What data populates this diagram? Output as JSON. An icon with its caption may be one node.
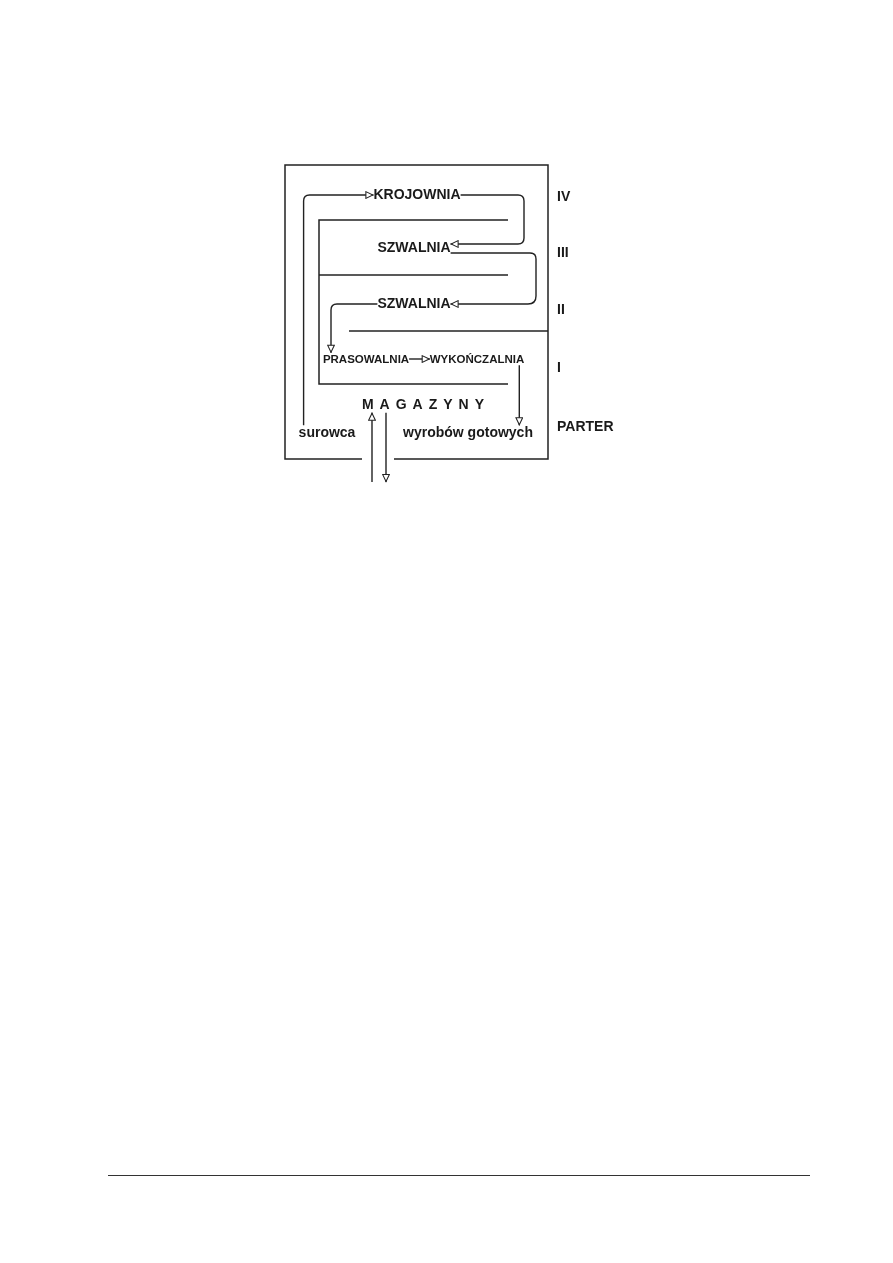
{
  "diagram": {
    "nodes": [
      {
        "text": [
          "KROJOWNIA"
        ]
      },
      {
        "text": [
          "SZWALNIA"
        ]
      },
      {
        "text": [
          "SZWALNIA"
        ]
      },
      {
        "text": [
          "PRASOWALNIA"
        ]
      },
      {
        "text": [
          "WYKOŃCZALNIA"
        ]
      },
      {
        "text": [
          "MAGAZYNY"
        ]
      },
      {
        "text": [
          "surowca"
        ]
      },
      {
        "text": [
          "wyrobów gotowych"
        ]
      }
    ],
    "edges": [
      {
        "from": 6,
        "to": 0,
        "arrow": "to"
      },
      {
        "from": 0,
        "to": 1,
        "arrow": "to"
      },
      {
        "from": 1,
        "to": 2,
        "arrow": "to"
      },
      {
        "from": 2,
        "to": 3,
        "arrow": "to"
      },
      {
        "from": 3,
        "to": 4,
        "arrow": "to"
      },
      {
        "from": 4,
        "to": 7,
        "arrow": "to"
      },
      {
        "from": null,
        "to": 5,
        "arrow": "to"
      },
      {
        "from": 5,
        "to": null,
        "arrow": "to"
      }
    ],
    "labels": [
      "IV",
      "III",
      "II",
      "I",
      "PARTER"
    ]
  }
}
